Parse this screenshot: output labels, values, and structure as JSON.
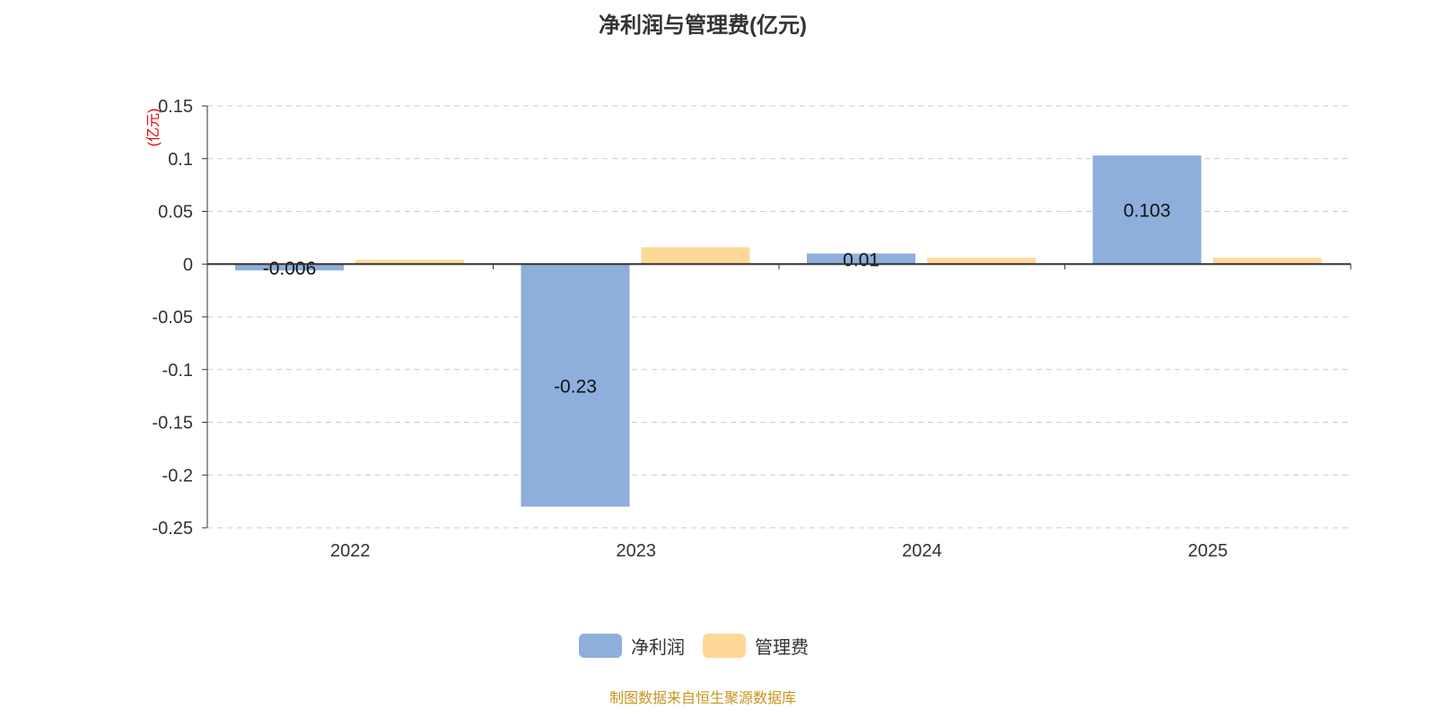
{
  "title": "净利润与管理费(亿元)",
  "source": "制图数据来自恒生聚源数据库",
  "colors": {
    "net_profit": "#8eaedb",
    "admin_fee": "#fed899"
  },
  "chart_data": {
    "type": "bar",
    "title": "净利润与管理费(亿元)",
    "ylabel": "(亿元)",
    "xlabel": "",
    "categories": [
      "2022",
      "2023",
      "2024",
      "2025"
    ],
    "ylim": [
      -0.25,
      0.15
    ],
    "yticks": [
      0.15,
      0.1,
      0.05,
      0,
      -0.05,
      -0.1,
      -0.15,
      -0.2,
      -0.25
    ],
    "ytick_labels": [
      "0.15",
      "0.1",
      "0.05",
      "0",
      "-0.05",
      "-0.1",
      "-0.15",
      "-0.2",
      "-0.25"
    ],
    "grid": true,
    "legend_position": "bottom",
    "series": [
      {
        "name": "净利润",
        "values": [
          -0.006,
          -0.23,
          0.01,
          0.103
        ],
        "labels": [
          "-0.006",
          "-0.23",
          "0.01",
          "0.103"
        ]
      },
      {
        "name": "管理费",
        "values": [
          0.004,
          0.016,
          0.006,
          0.006
        ]
      }
    ]
  }
}
